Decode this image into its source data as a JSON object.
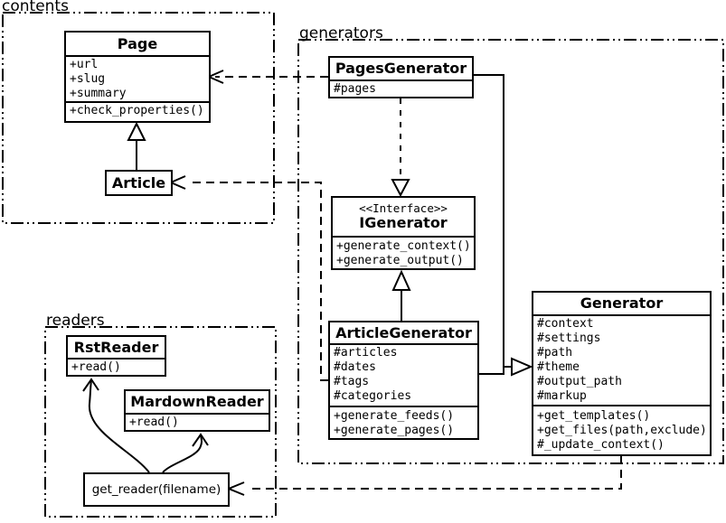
{
  "diagram": {
    "kind": "uml-class-diagram",
    "background": "#ffffff",
    "line_color": "#000000"
  },
  "packages": {
    "contents": {
      "label": "contents"
    },
    "generators": {
      "label": "generators"
    },
    "readers": {
      "label": "readers"
    }
  },
  "classes": {
    "page": {
      "title": "Page",
      "attributes": [
        "+url",
        "+slug",
        "+summary"
      ],
      "methods": [
        "+check_properties()"
      ]
    },
    "article": {
      "title": "Article"
    },
    "pages_generator": {
      "title": "PagesGenerator",
      "attributes": [
        "#pages"
      ]
    },
    "igenerator": {
      "stereotype": "<<Interface>>",
      "title": "IGenerator",
      "methods": [
        "+generate_context()",
        "+generate_output()"
      ]
    },
    "article_generator": {
      "title": "ArticleGenerator",
      "attributes": [
        "#articles",
        "#dates",
        "#tags",
        "#categories"
      ],
      "methods": [
        "+generate_feeds()",
        "+generate_pages()"
      ]
    },
    "generator": {
      "title": "Generator",
      "attributes": [
        "#context",
        "#settings",
        "#path",
        "#theme",
        "#output_path",
        "#markup"
      ],
      "methods": [
        "+get_templates()",
        "+get_files(path,exclude)",
        "#_update_context()"
      ]
    },
    "rst_reader": {
      "title": "RstReader",
      "methods": [
        "+read()"
      ]
    },
    "mardown_reader": {
      "title": "MardownReader",
      "methods": [
        "+read()"
      ]
    },
    "get_reader": {
      "label": "get_reader(filename)"
    }
  },
  "relationships": [
    {
      "type": "generalization",
      "from": "Article",
      "to": "Page"
    },
    {
      "type": "realization",
      "from": "PagesGenerator",
      "to": "IGenerator"
    },
    {
      "type": "generalization",
      "from": "ArticleGenerator",
      "to": "IGenerator"
    },
    {
      "type": "generalization",
      "from": "PagesGenerator",
      "to": "Generator"
    },
    {
      "type": "generalization",
      "from": "ArticleGenerator",
      "to": "Generator"
    },
    {
      "type": "dependency",
      "from": "PagesGenerator",
      "to": "Page"
    },
    {
      "type": "dependency",
      "from": "ArticleGenerator",
      "to": "Article"
    },
    {
      "type": "dependency",
      "from": "Generator",
      "to": "get_reader(filename)"
    },
    {
      "type": "call-arrow",
      "from": "get_reader(filename)",
      "to": "RstReader"
    },
    {
      "type": "call-arrow",
      "from": "get_reader(filename)",
      "to": "MardownReader"
    }
  ]
}
